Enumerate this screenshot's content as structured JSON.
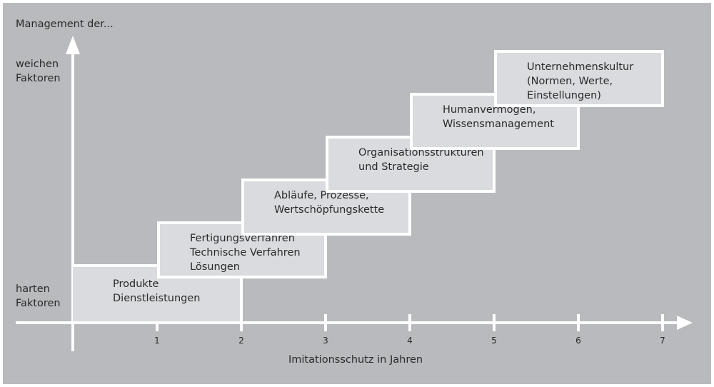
{
  "y_axis_title": "Management der...",
  "y_top_label": "weichen\nFaktoren",
  "y_bottom_label": "harten\nFaktoren",
  "x_axis_title": "Imitationsschutz in Jahren",
  "ticks": [
    "1",
    "2",
    "3",
    "4",
    "5",
    "6",
    "7"
  ],
  "steps": [
    {
      "text": "Produkte\nDienstleistungen",
      "from": 0,
      "to": 2
    },
    {
      "text": "Fertigungsverfahren\nTechnische Verfahren\nLösungen",
      "from": 1,
      "to": 3
    },
    {
      "text": "Abläufe, Prozesse,\nWertschöpfungskette",
      "from": 2,
      "to": 4
    },
    {
      "text": "Organisationsstrukturen\nund Strategie",
      "from": 3,
      "to": 5
    },
    {
      "text": "Humanvermögen,\nWissensmanagement",
      "from": 4,
      "to": 6
    },
    {
      "text": "Unternehmenskultur\n(Normen, Werte,\nEinstellungen)",
      "from": 5,
      "to": 7
    }
  ],
  "colors": {
    "background": "#b9babd",
    "box_fill": "#d9dbde",
    "lines": "#ffffff",
    "text": "#2a2a2a"
  }
}
